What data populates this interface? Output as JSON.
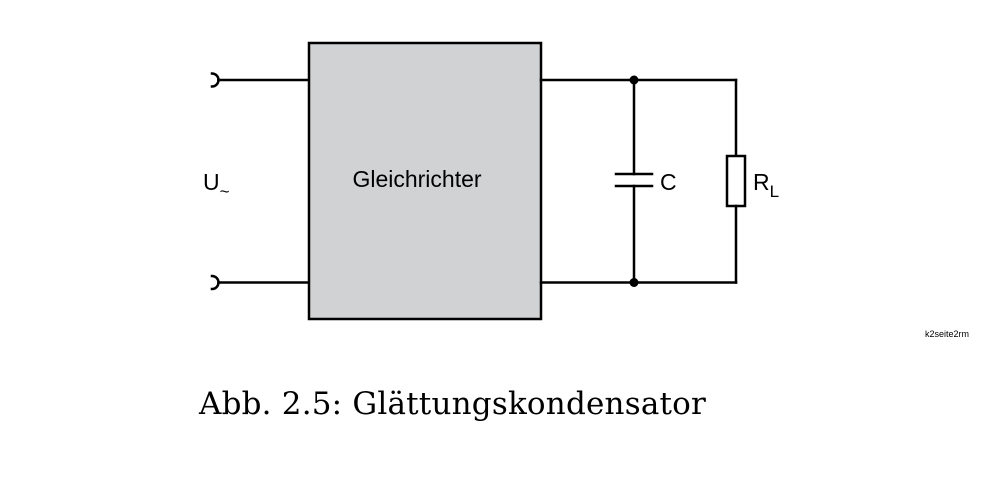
{
  "diagram": {
    "input_label": "U",
    "input_label_subscript": "~",
    "block_label": "Gleichrichter",
    "capacitor_label": "C",
    "resistor_label": "R",
    "resistor_label_subscript": "L",
    "figure_id": "k2seite2rm",
    "block_fill_color": "#d1d2d4"
  },
  "caption": {
    "text": "Abb. 2.5: Glättungskondensator"
  }
}
